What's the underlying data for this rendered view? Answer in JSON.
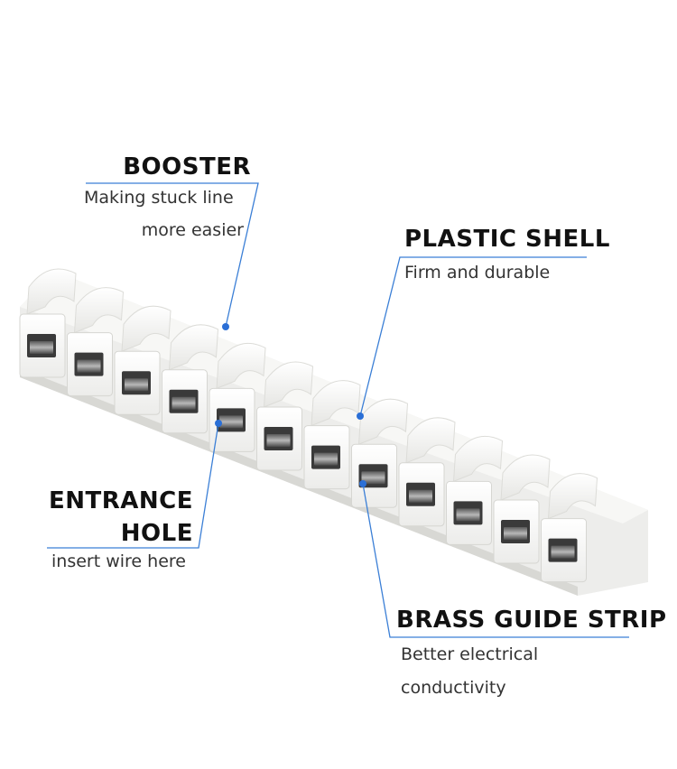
{
  "callouts": {
    "booster": {
      "title": "BOOSTER",
      "desc_line1": "Making stuck line",
      "desc_line2": "more easier"
    },
    "plastic_shell": {
      "title": "PLASTIC SHELL",
      "desc": "Firm and durable"
    },
    "entrance_hole": {
      "title_line1": "ENTRANCE",
      "title_line2": "HOLE",
      "desc": "insert wire here"
    },
    "brass_guide_strip": {
      "title": "BRASS GUIDE STRIP",
      "desc_line1": "Better electrical",
      "desc_line2": "conductivity"
    }
  },
  "colors": {
    "leader_line": "#3b7fd6",
    "dot": "#2a6fd6",
    "plastic": "#f4f4f2",
    "plastic_shadow": "#d9d9d6",
    "hole_dark": "#3a3a3a",
    "metal": "#a8a8a8"
  }
}
